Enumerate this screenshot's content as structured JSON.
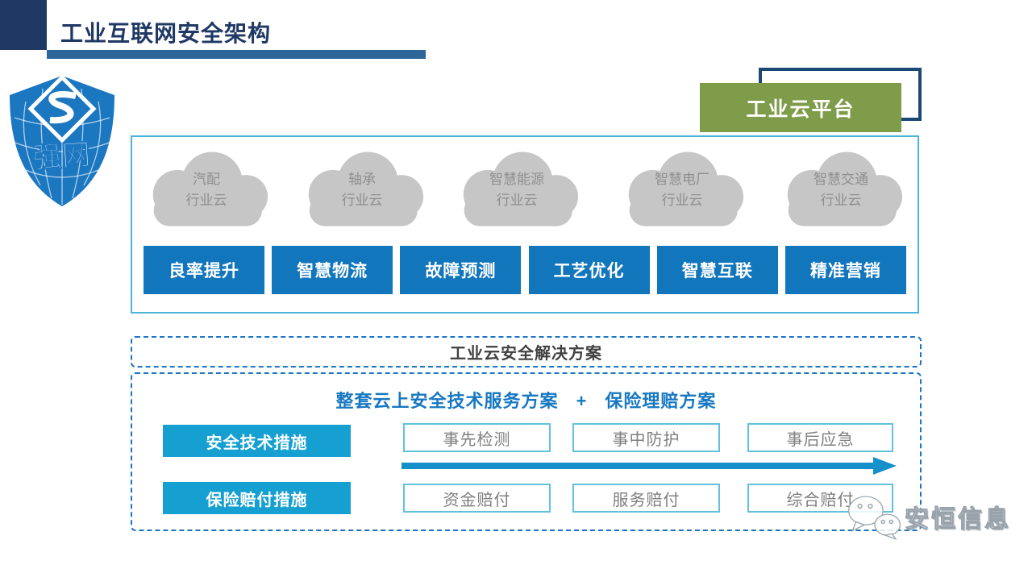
{
  "header": {
    "title": "工业互联网安全架构"
  },
  "logo": {
    "text": "强网"
  },
  "platform": {
    "label": "工业云平台"
  },
  "clouds": [
    {
      "line1": "汽配",
      "line2": "行业云"
    },
    {
      "line1": "轴承",
      "line2": "行业云"
    },
    {
      "line1": "智慧能源",
      "line2": "行业云"
    },
    {
      "line1": "智慧电厂",
      "line2": "行业云"
    },
    {
      "line1": "智慧交通",
      "line2": "行业云"
    }
  ],
  "services": [
    "良率提升",
    "智慧物流",
    "故障预测",
    "工艺优化",
    "智慧互联",
    "精准营销"
  ],
  "solution": {
    "title": "工业云安全解决方案",
    "subtitle": {
      "left": "整套云上安全技术服务方案",
      "plus": "+",
      "right": "保险理赔方案"
    },
    "measures": [
      {
        "label": "安全技术措施",
        "items": [
          "事先检测",
          "事中防护",
          "事后应急"
        ]
      },
      {
        "label": "保险赔付措施",
        "items": [
          "资金赔付",
          "服务赔付",
          "综合赔付"
        ]
      }
    ]
  },
  "watermark": {
    "brand": "安恒信息"
  },
  "colors": {
    "navy": "#1f3864",
    "title_bar": "#2d6799",
    "service_blue": "#1276bd",
    "measure_cyan": "#16a0d1",
    "panel_border": "#4ab5d8",
    "item_border": "#62c1dc",
    "dashed_border": "#1b74c4",
    "platform_green": "#7e9c49",
    "platform_outline": "#1b4976",
    "cloud_gray": "#c6c6c6",
    "cloud_text": "#8f8f8f",
    "subtitle_blue": "#1778c2",
    "arrow_blue": "#1590cb"
  }
}
